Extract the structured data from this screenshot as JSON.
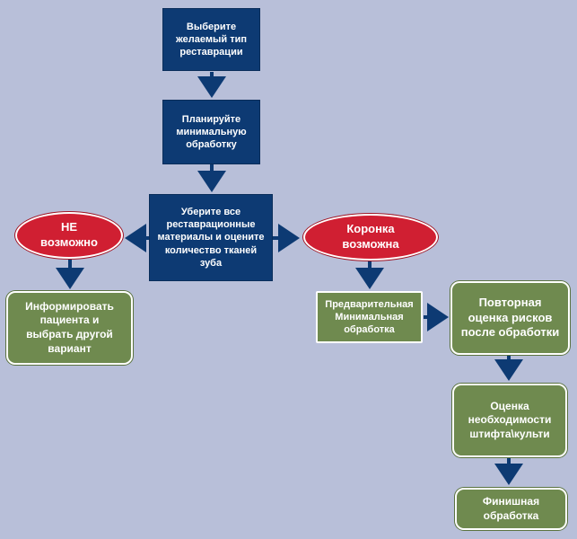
{
  "nodes": {
    "choose_type": "Выберите\nжелаемый тип\nреставрации",
    "plan_minimal": "Планируйте\nминимальную\nобработку",
    "remove_materials": "Уберите все\nреставрационные\nматериалы и оцените\nколичество тканей\nзуба",
    "not_possible": "НЕ\nвозможно",
    "crown_possible": "Коронка\nвозможна",
    "inform_patient": "Информировать\nпациента и\nвыбрать другой\nвариант",
    "preliminary_minimal": "Предварительная\nМинимальная\nобработка",
    "reassess_risks": "Повторная\nоценка рисков\nпосле обработки",
    "assess_post": "Оценка\nнеобходимости\nштифта\\культи",
    "final_processing": "Финишная\nобработка"
  },
  "colors": {
    "background": "#b8bfd9",
    "process_blue": "#0d3a73",
    "decision_red": "#d01f32",
    "outcome_green": "#6f8a4f",
    "arrow": "#0d3a73"
  }
}
